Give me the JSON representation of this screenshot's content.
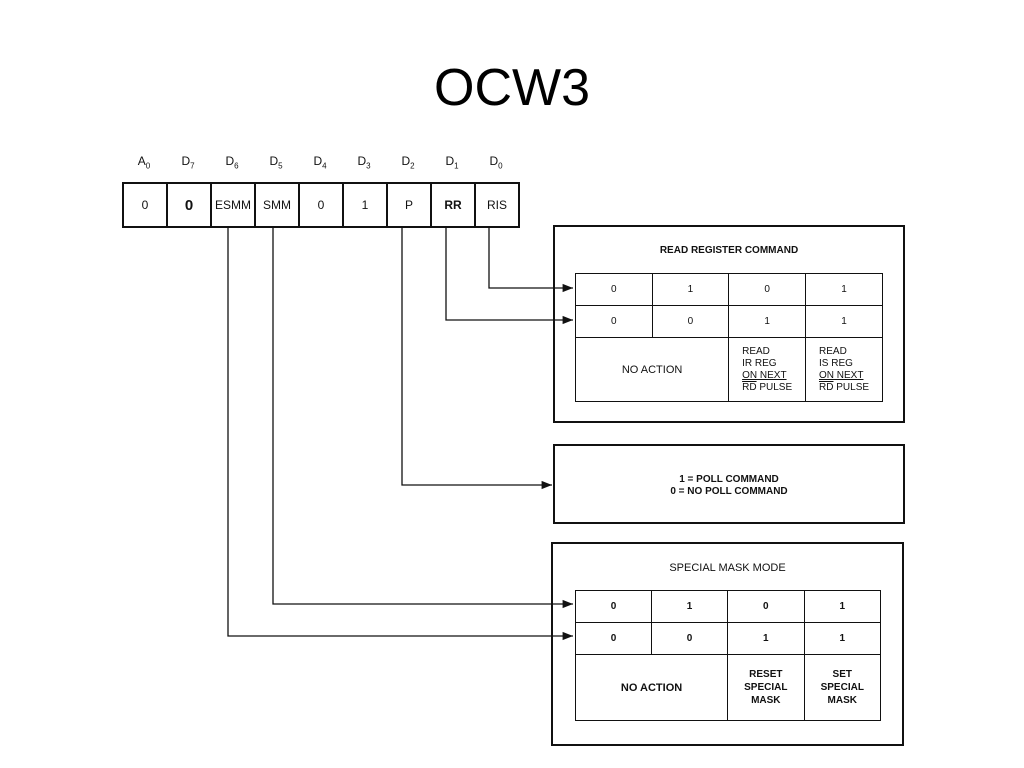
{
  "title": "OCW3",
  "register": {
    "bits": [
      "A0",
      "D7",
      "D6",
      "D5",
      "D4",
      "D3",
      "D2",
      "D1",
      "D0"
    ],
    "values": [
      "0",
      "0",
      "ESMM",
      "SMM",
      "0",
      "1",
      "P",
      "RR",
      "RIS"
    ]
  },
  "read_register": {
    "title": "READ REGISTER COMMAND",
    "row1": [
      "0",
      "1",
      "0",
      "1"
    ],
    "row2": [
      "0",
      "0",
      "1",
      "1"
    ],
    "no_action": "NO ACTION",
    "ir_l1": "READ",
    "ir_l2": "IR REG",
    "ir_l3": "ON NEXT",
    "ir_l4a": "RD",
    "ir_l4b": " PULSE",
    "is_l1": "READ",
    "is_l2": "IS REG",
    "is_l3": "ON NEXT",
    "is_l4a": "RD",
    "is_l4b": " PULSE"
  },
  "poll": {
    "line1": "1 = POLL COMMAND",
    "line2": "0 = NO POLL COMMAND"
  },
  "special_mask": {
    "title": "SPECIAL MASK MODE",
    "row1": [
      "0",
      "1",
      "0",
      "1"
    ],
    "row2": [
      "0",
      "0",
      "1",
      "1"
    ],
    "no_action": "NO ACTION",
    "reset_l1": "RESET",
    "reset_l2": "SPECIAL",
    "reset_l3": "MASK",
    "set_l1": "SET",
    "set_l2": "SPECIAL",
    "set_l3": "MASK"
  }
}
